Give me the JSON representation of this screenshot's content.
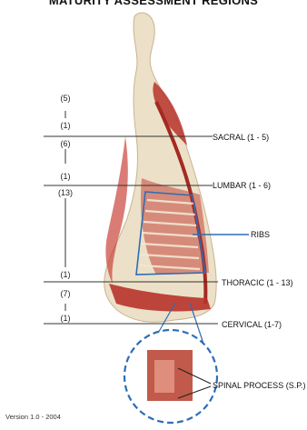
{
  "title": "MATURITY ASSESSMENT REGIONS",
  "labels": {
    "sacral": "SACRAL (1 - 5)",
    "lumbar": "LUMBAR (1 - 6)",
    "ribs": "RIBS",
    "thoracic": "THORACIC (1 - 13)",
    "cervical": "CERVICAL (1-7)",
    "spinal_process": "SPINAL PROCESS (S.P.)"
  },
  "counts": [
    "(5)",
    "(1)",
    "(6)",
    "(1)",
    "(13)",
    "(1)",
    "(7)",
    "(1)"
  ],
  "version": "Version 1.0 - 2004",
  "colors": {
    "accent": "#2e6db5",
    "line": "#333333",
    "meat": "#b8332a",
    "fat": "#efe6d6"
  }
}
